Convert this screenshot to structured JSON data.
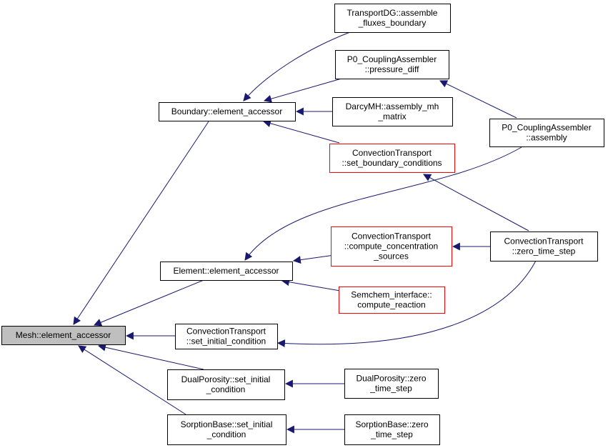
{
  "colors": {
    "edge": "#191970",
    "root_fill": "#bfbfbf",
    "incomplete_border": "#ff0000",
    "border": "#000000"
  },
  "nodes": {
    "mesh": {
      "lines": [
        "Mesh::element_accessor"
      ]
    },
    "boundary": {
      "lines": [
        "Boundary::element_accessor"
      ]
    },
    "element": {
      "lines": [
        "Element::element_accessor"
      ]
    },
    "ct_set_init": {
      "lines": [
        "ConvectionTransport",
        "::set_initial_condition"
      ]
    },
    "dp_set_init": {
      "lines": [
        "DualPorosity::set_initial",
        "_condition"
      ]
    },
    "sb_set_init": {
      "lines": [
        "SorptionBase::set_initial",
        "_condition"
      ]
    },
    "tdg": {
      "lines": [
        "TransportDG::assemble",
        "_fluxes_boundary"
      ]
    },
    "p0_pdiff": {
      "lines": [
        "P0_CouplingAssembler",
        "::pressure_diff"
      ]
    },
    "darcy": {
      "lines": [
        "DarcyMH::assembly_mh",
        "_matrix"
      ]
    },
    "ct_set_bc": {
      "lines": [
        "ConvectionTransport",
        "::set_boundary_conditions"
      ]
    },
    "p0_assembly": {
      "lines": [
        "P0_CouplingAssembler",
        "::assembly"
      ]
    },
    "ct_conc": {
      "lines": [
        "ConvectionTransport",
        "::compute_concentration",
        "_sources"
      ]
    },
    "semchem": {
      "lines": [
        "Semchem_interface::",
        "compute_reaction"
      ]
    },
    "ct_zero": {
      "lines": [
        "ConvectionTransport",
        "::zero_time_step"
      ]
    },
    "dp_zero": {
      "lines": [
        "DualPorosity::zero",
        "_time_step"
      ]
    },
    "sb_zero": {
      "lines": [
        "SorptionBase::zero",
        "_time_step"
      ]
    }
  },
  "edges": [
    {
      "from": "tdg",
      "to": "boundary"
    },
    {
      "from": "p0_pdiff",
      "to": "boundary"
    },
    {
      "from": "darcy",
      "to": "boundary"
    },
    {
      "from": "ct_set_bc",
      "to": "boundary"
    },
    {
      "from": "p0_assembly",
      "to": "p0_pdiff"
    },
    {
      "from": "p0_assembly",
      "to": "element"
    },
    {
      "from": "ct_zero",
      "to": "ct_set_bc"
    },
    {
      "from": "ct_conc",
      "to": "element"
    },
    {
      "from": "ct_zero",
      "to": "ct_conc"
    },
    {
      "from": "semchem",
      "to": "element"
    },
    {
      "from": "boundary",
      "to": "mesh"
    },
    {
      "from": "element",
      "to": "mesh"
    },
    {
      "from": "ct_set_init",
      "to": "mesh"
    },
    {
      "from": "ct_zero",
      "to": "ct_set_init"
    },
    {
      "from": "dp_set_init",
      "to": "mesh"
    },
    {
      "from": "sb_set_init",
      "to": "mesh"
    },
    {
      "from": "dp_zero",
      "to": "dp_set_init"
    },
    {
      "from": "sb_zero",
      "to": "sb_set_init"
    }
  ]
}
